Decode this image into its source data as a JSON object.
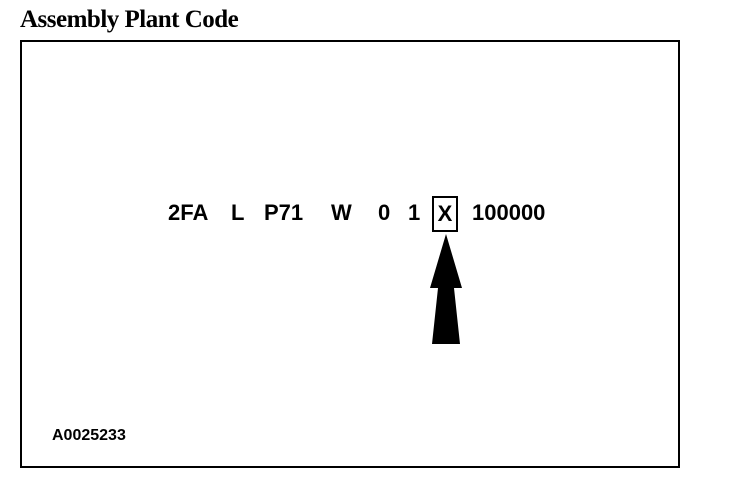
{
  "title": "Assembly Plant Code",
  "vin": {
    "segments": [
      "2FA",
      "L",
      "P71",
      "W",
      "0",
      "1"
    ],
    "highlighted": "X",
    "serial": "100000"
  },
  "figure_id": "A0025233"
}
